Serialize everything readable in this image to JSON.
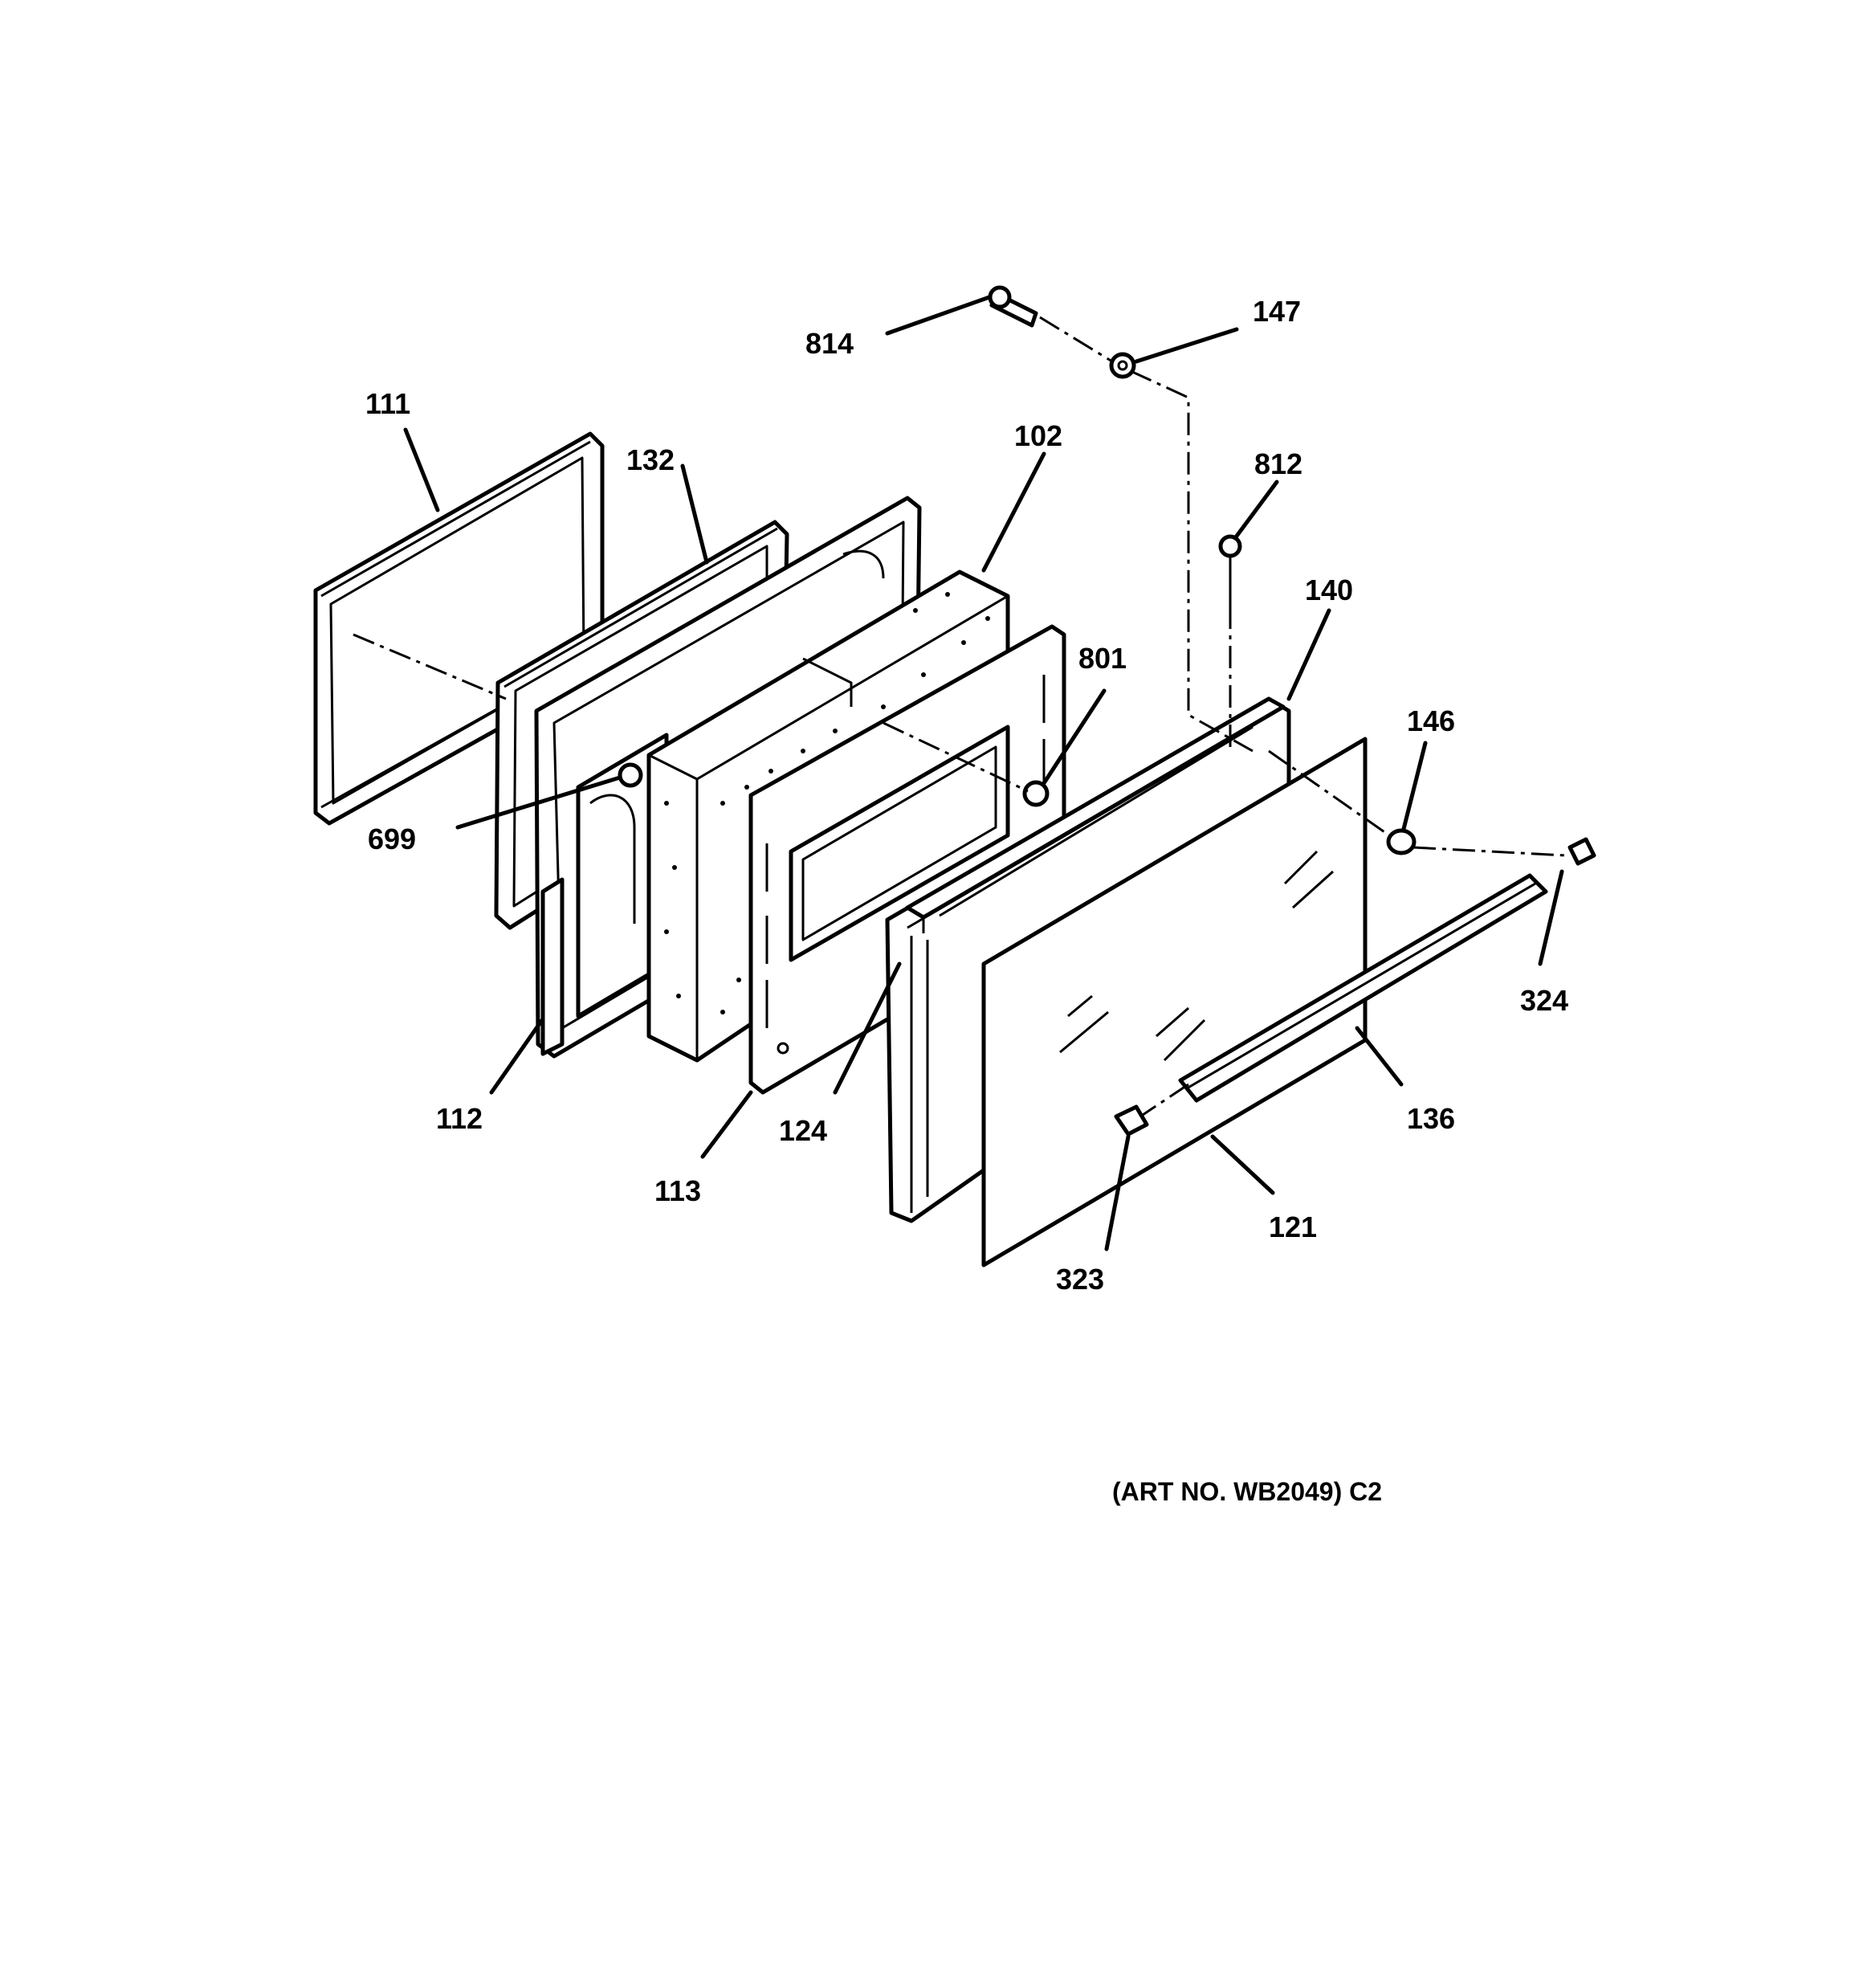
{
  "diagram": {
    "callouts": {
      "p814": "814",
      "p147": "147",
      "p111": "111",
      "p132": "132",
      "p102": "102",
      "p812": "812",
      "p140": "140",
      "p801": "801",
      "p146": "146",
      "p699": "699",
      "p324": "324",
      "p112": "112",
      "p124": "124",
      "p136": "136",
      "p113": "113",
      "p121": "121",
      "p323": "323"
    },
    "art_number": "(ART NO. WB2049) C2"
  }
}
